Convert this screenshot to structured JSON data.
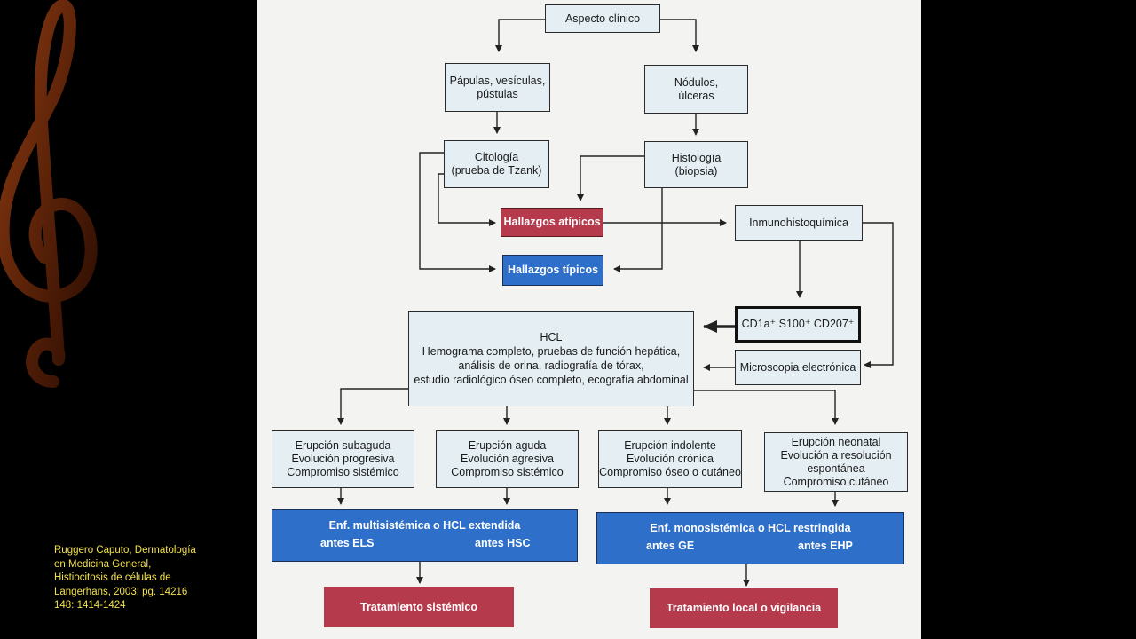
{
  "diagram": {
    "nodes": {
      "aspecto": "Aspecto clínico",
      "papulas": "Pápulas, vesículas,\npústulas",
      "nodulos": "Nódulos,\núlceras",
      "citologia": "Citología\n(prueba de Tzank)",
      "histologia": "Histología\n(biopsia)",
      "atipicos": "Hallazgos atípicos",
      "inmuno": "Inmunohistoquímica",
      "tipicos": "Hallazgos típicos",
      "hcl": "HCL\nHemograma completo, pruebas de función hepática,\nanálisis de orina, radiografía de tórax,\nestudio radiológico óseo completo, ecografía abdominal",
      "cd1a": "CD1a⁺ S100⁺ CD207⁺",
      "microscopia": "Microscopia electrónica",
      "subaguda": "Erupción subaguda\nEvolución progresiva\nCompromiso sistémico",
      "aguda": "Erupción aguda\nEvolución agresiva\nCompromiso sistémico",
      "indolente": "Erupción indolente\nEvolución crónica\nCompromiso óseo o cutáneo",
      "neonatal": "Erupción neonatal\nEvolución a resolución\nespontánea\nCompromiso cutáneo",
      "multisistemica": {
        "title": "Enf. multisistémica o HCL extendida",
        "left": "antes ELS",
        "right": "antes HSC"
      },
      "monosistemica": {
        "title": "Enf. monosistémica o HCL restringida",
        "left": "antes GE",
        "right": "antes EHP"
      },
      "trat_sistemico": "Tratamiento sistémico",
      "trat_local": "Tratamiento local o vigilancia"
    }
  },
  "citation": "Ruggero Caputo, Dermatología\nen Medicina General,\nHistiocitosis de células de\nLangerhans, 2003;  pg. 14216\n148: 1414-1424",
  "colors": {
    "red_box": "#b53a4c",
    "blue_box": "#2e6fc9",
    "light_box": "#e4eef3",
    "citation_text": "#f2e24a"
  }
}
